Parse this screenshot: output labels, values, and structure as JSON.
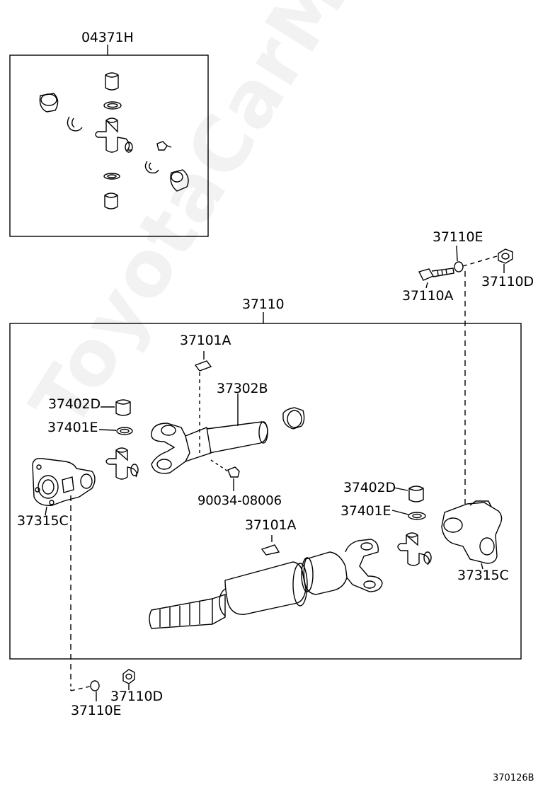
{
  "labels": {
    "kit": "04371H",
    "assy": "37110",
    "bolt": "37110A",
    "nut": "37110D",
    "washer": "37110E",
    "bolt_lower": "37110D",
    "washer_lower": "37110E",
    "weight_top": "37101A",
    "weight_bottom": "37101A",
    "tube": "37302B",
    "bearing_left": "37402D",
    "snap_left": "37401E",
    "bearing_right": "37402D",
    "snap_right": "37401E",
    "flange_left": "37315C",
    "flange_right": "37315C",
    "grease_fitting": "90034-08006"
  },
  "figure_number": "370126B",
  "watermark": "ToyotaCarMine.ru"
}
